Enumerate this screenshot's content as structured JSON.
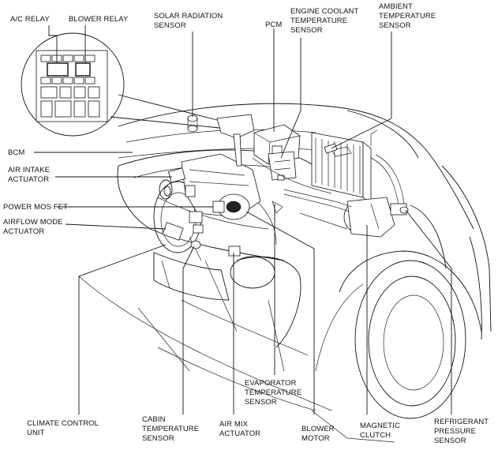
{
  "labels": {
    "ac_relay": "A/C RELAY",
    "blower_relay": "BLOWER RELAY",
    "solar_radiation_sensor": [
      "SOLAR RADIATION",
      "SENSOR"
    ],
    "pcm": "PCM",
    "engine_coolant_temp_sensor": [
      "ENGINE COOLANT",
      "TEMPERATURE",
      "SENSOR"
    ],
    "ambient_temp_sensor": [
      "AMBIENT",
      "TEMPERATURE",
      "SENSOR"
    ],
    "bcm": "BCM",
    "air_intake_actuator": [
      "AIR INTAKE",
      "ACTUATOR"
    ],
    "power_mos_fet": "POWER MOS FET",
    "airflow_mode_actuator": [
      "AIRFLOW MODE",
      "ACTUATOR"
    ],
    "evaporator_temp_sensor": [
      "EVAPORATOR",
      "TEMPERATURE",
      "SENSOR"
    ],
    "climate_control_unit": [
      "CLIMATE CONTROL",
      "UNIT"
    ],
    "cabin_temp_sensor": [
      "CABIN",
      "TEMPERATURE",
      "SENSOR"
    ],
    "air_mix_actuator": [
      "AIR MIX",
      "ACTUATOR"
    ],
    "blower_motor": [
      "BLOWER",
      "MOTOR"
    ],
    "magnetic_clutch": [
      "MAGNETIC",
      "CLUTCH"
    ],
    "refrigerant_pressure_sensor": [
      "REFRIGERANT",
      "PRESSURE",
      "SENSOR"
    ]
  }
}
